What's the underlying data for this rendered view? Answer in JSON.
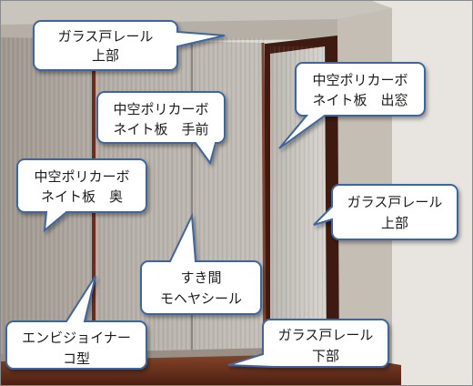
{
  "callouts": {
    "rail_top_left": [
      "ガラス戸レール",
      "上部"
    ],
    "panel_outer": [
      "中空ポリカーボ",
      "ネイト板　出窓"
    ],
    "panel_front": [
      "中空ポリカーボ",
      "ネイト板　手前"
    ],
    "panel_back": [
      "中空ポリカーボ",
      "ネイト板　奥"
    ],
    "rail_top_right": [
      "ガラス戸レール",
      "上部"
    ],
    "gap_seal": [
      "すき間",
      "モヘヤシール"
    ],
    "joiner": [
      "エンビジョイナー",
      "コ型"
    ],
    "rail_bottom": [
      "ガラス戸レール",
      "下部"
    ]
  },
  "colors": {
    "wall": "#e6e3de",
    "frame": "#bdb7ae",
    "wood": "#5a2418",
    "panel": "#a9a29a",
    "callout_border": "#3e66a0",
    "callout_fill": "#ffffff"
  }
}
